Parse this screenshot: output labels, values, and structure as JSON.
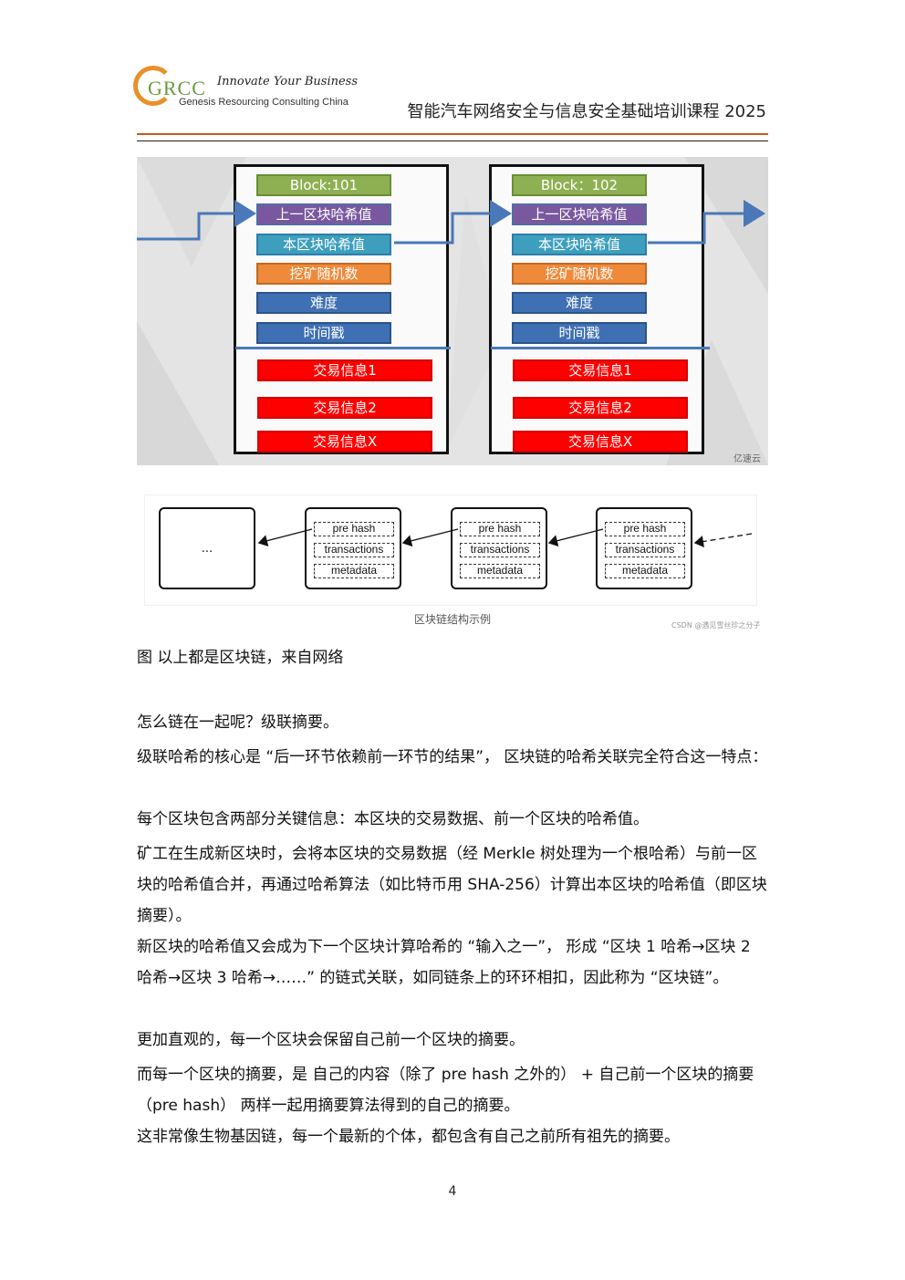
{
  "header": {
    "logo_text": "GRCC",
    "slogan": "Innovate Your Business",
    "company": "Genesis Resourcing Consulting China",
    "course_title": "智能汽车网络安全与信息安全基础培训课程 2025"
  },
  "figure1": {
    "blocks": [
      {
        "block_label": "Block:101",
        "prev_hash": "上一区块哈希值",
        "this_hash": "本区块哈希值",
        "nonce": "挖矿随机数",
        "difficulty": "难度",
        "timestamp": "时间戳",
        "transactions": [
          "交易信息1",
          "交易信息2",
          "交易信息X"
        ]
      },
      {
        "block_label": "Block：102",
        "prev_hash": "上一区块哈希值",
        "this_hash": "本区块哈希值",
        "nonce": "挖矿随机数",
        "difficulty": "难度",
        "timestamp": "时间戳",
        "transactions": [
          "交易信息1",
          "交易信息2",
          "交易信息X"
        ]
      }
    ],
    "watermark": "亿速云",
    "colors": {
      "block_label": "#8fb052",
      "prev_hash": "#7a58a0",
      "this_hash": "#3d9fbd",
      "nonce": "#ee8a3a",
      "header_fields": "#3f70b4",
      "transactions": "#ff0000",
      "arrow": "#4a78b8"
    }
  },
  "figure2": {
    "first_block_text": "...",
    "fields": [
      "pre hash",
      "transactions",
      "metadata"
    ],
    "caption": "区块链结构示例",
    "watermark": "CSDN @遇见雪丝珍之分子"
  },
  "figure_caption": "图 以上都是区块链，来自网络",
  "paragraphs": [
    "怎么链在一起呢？级联摘要。",
    "级联哈希的核心是 “后一环节依赖前一环节的结果”， 区块链的哈希关联完全符合这一特点：",
    "每个区块包含两部分关键信息：本区块的交易数据、前一个区块的哈希值。",
    "矿工在生成新区块时，会将本区块的交易数据（经 Merkle 树处理为一个根哈希）与前一区块的哈希值合并，再通过哈希算法（如比特币用 SHA-256）计算出本区块的哈希值（即区块摘要）。",
    "新区块的哈希值又会成为下一个区块计算哈希的 “输入之一”， 形成 “区块 1 哈希→区块 2 哈希→区块 3 哈希→……” 的链式关联，如同链条上的环环相扣，因此称为 “区块链”。",
    "更加直观的，每一个区块会保留自己前一个区块的摘要。",
    "而每一个区块的摘要，是 自己的内容（除了 pre hash 之外的） + 自己前一个区块的摘要（pre hash） 两样一起用摘要算法得到的自己的摘要。",
    "这非常像生物基因链，每一个最新的个体，都包含有自己之前所有祖先的摘要。"
  ],
  "page_number": "4"
}
